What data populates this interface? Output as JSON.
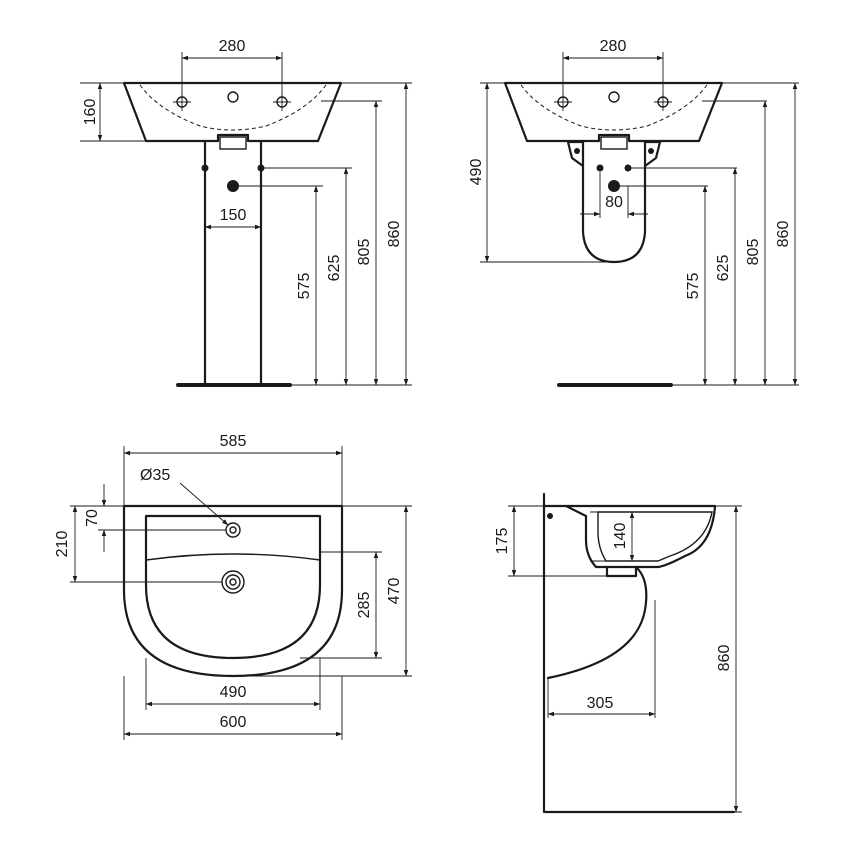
{
  "diagram": {
    "colors": {
      "line": "#1a1a1a",
      "background": "#ffffff"
    },
    "views": {
      "pedestal_front": {
        "dims": {
          "tap_spacing": "280",
          "basin_height": "160",
          "pedestal_width": "150",
          "waste_height": "575",
          "fixing_height": "625",
          "rim_height_inner": "805",
          "total_height": "860"
        }
      },
      "semi_pedestal_front": {
        "dims": {
          "tap_spacing": "280",
          "semi_pedestal_height": "490",
          "waste_spacing": "80",
          "waste_height": "575",
          "fixing_height": "625",
          "rim_height_inner": "805",
          "total_height": "860"
        }
      },
      "plan": {
        "dims": {
          "bowl_width": "585",
          "tap_hole_diameter": "Ø35",
          "tap_hole_offset": "70",
          "waste_offset": "210",
          "bowl_depth": "285",
          "total_depth": "470",
          "inner_width": "490",
          "total_width": "600"
        }
      },
      "side": {
        "dims": {
          "basin_height": "175",
          "bowl_depth": "140",
          "total_height": "860",
          "projection": "305"
        }
      }
    }
  }
}
